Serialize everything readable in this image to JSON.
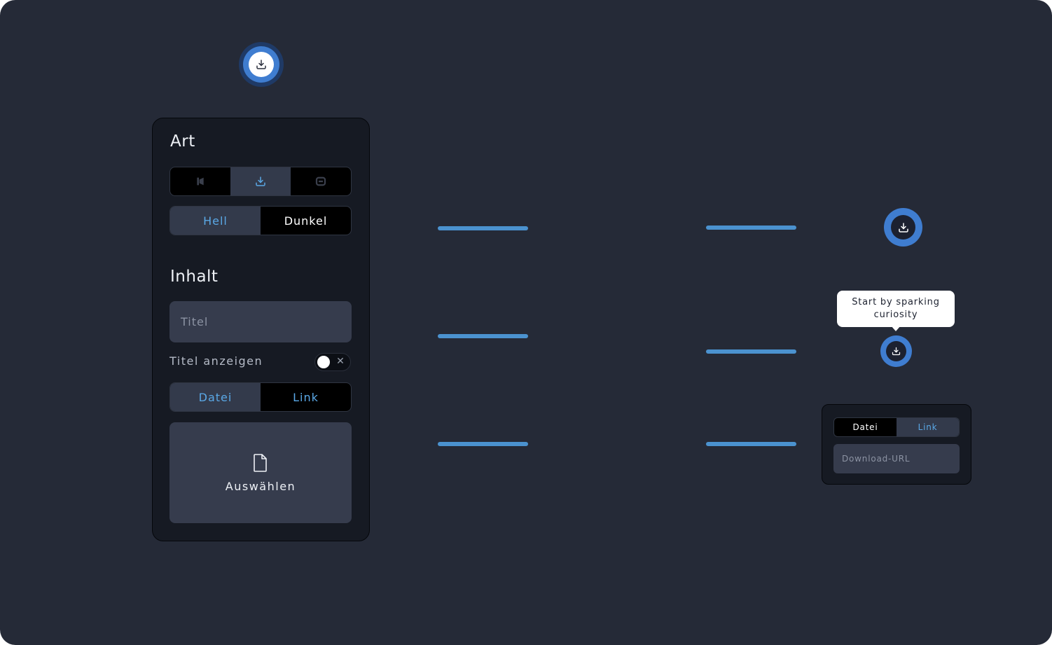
{
  "colors": {
    "canvas": "#252a37",
    "panel": "#161a23",
    "accent": "#5aa8e6",
    "connector": "#4b92cf",
    "button_blue": "#3f7dd0"
  },
  "top_preview": {
    "icon": "download-icon"
  },
  "panel": {
    "art_title": "Art",
    "type_options": [
      {
        "icon": "bookmark-icon",
        "active": false
      },
      {
        "icon": "download-icon",
        "active": true
      },
      {
        "icon": "minus-box-icon",
        "active": false
      }
    ],
    "theme_options": [
      "Hell",
      "Dunkel"
    ],
    "theme_selected": "Hell",
    "content_title": "Inhalt",
    "title_placeholder": "Titel",
    "show_title_label": "Titel anzeigen",
    "show_title_on": false,
    "source_options": [
      "Datei",
      "Link"
    ],
    "source_selected": "Datei",
    "upload_label": "Auswählen",
    "upload_icon": "file-icon"
  },
  "previews": {
    "tooltip_text": "Start by sparking curiosity",
    "mini_source_options": [
      "Datei",
      "Link"
    ],
    "mini_source_selected": "Link",
    "download_url_placeholder": "Download-URL"
  }
}
